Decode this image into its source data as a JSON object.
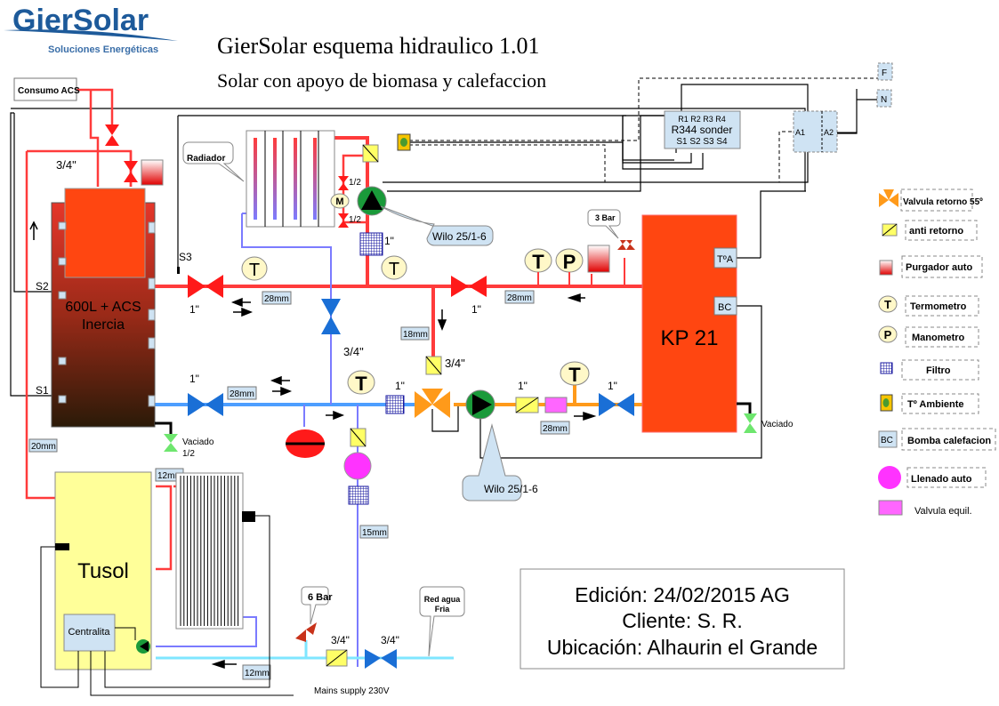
{
  "logo": {
    "brand": "GierSolar",
    "tagline": "Soluciones Energéticas"
  },
  "header": {
    "title": "GierSolar esquema hidraulico 1.01",
    "subtitle": "Solar con apoyo de biomasa y calefaccion"
  },
  "colors": {
    "hot": "#ff3b3b",
    "cold": "#4d9eff",
    "return_violet": "#7b7bff",
    "boiler": "#ff4611",
    "pump": "#1a9a3a",
    "yellow": "#ffff66",
    "magenta": "#ff55ff",
    "orange": "#ff9a1a",
    "tag_bg": "#cfe3f3"
  },
  "components": {
    "consumo_acs": "Consumo ACS",
    "tank": {
      "line1": "600L + ACS",
      "line2": "Inercia"
    },
    "sensors": {
      "s1": "S1",
      "s2": "S2",
      "s3": "S3"
    },
    "radiator_callout": "Radiador",
    "boiler": {
      "label": "KP 21",
      "toa": "TºA",
      "bc": "BC"
    },
    "controller": {
      "relays": "R1 R2 R3 R4",
      "name": "R344 sonder",
      "sensors": "S1 S2 S3 S4"
    },
    "terminals": {
      "f": "F",
      "n": "N",
      "a1": "A1",
      "a2": "A2"
    },
    "pump_callout_top": "Wilo 25/1-6",
    "pump_callout_bottom": "Wilo 25/1-6",
    "safety_3bar": "3 Bar",
    "safety_6bar": "6 Bar",
    "red_agua": {
      "line1": "Red agua",
      "line2": "Fria"
    },
    "tusol": "Tusol",
    "centralita": "Centralita",
    "mains": "Mains supply 230V",
    "vaciado_tank": {
      "line1": "Vaciado",
      "line2": "1/2"
    },
    "vaciado_boiler": "Vaciado",
    "motor": "M",
    "thermo": "T",
    "mano": "P"
  },
  "sizes": {
    "inch34": "3/4\"",
    "inch1": "1\"",
    "half": "1/2",
    "mm28": "28mm",
    "mm18": "18mm",
    "mm20": "20mm",
    "mm12": "12mm",
    "mm15": "15mm"
  },
  "legend": [
    {
      "icon": "three-way-valve-icon",
      "label": "Valvula retorno 55º"
    },
    {
      "icon": "check-valve-icon",
      "label": "anti retorno"
    },
    {
      "icon": "air-vent-icon",
      "label": "Purgador auto"
    },
    {
      "icon": "thermometer-icon",
      "label": "Termometro"
    },
    {
      "icon": "manometer-icon",
      "label": "Manometro"
    },
    {
      "icon": "filter-icon",
      "label": "Filtro"
    },
    {
      "icon": "room-thermostat-icon",
      "label": "Tº Ambiente"
    },
    {
      "icon": "heating-pump-tag-icon",
      "label": "Bomba calefacion"
    },
    {
      "icon": "auto-fill-icon",
      "label": "Llenado auto"
    },
    {
      "icon": "balancing-valve-icon",
      "label": "Valvula equil."
    }
  ],
  "info": {
    "edition": "Edición: 24/02/2015 AG",
    "client": "Cliente: S. R.",
    "location": "Ubicación: Alhaurin el Grande"
  }
}
